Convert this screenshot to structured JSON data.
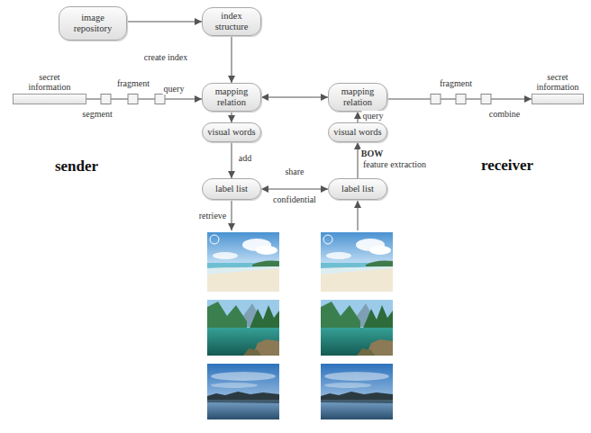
{
  "diagram": {
    "nodes": [
      {
        "text": [
          "image repository"
        ]
      },
      {
        "text": [
          "index structure"
        ]
      },
      {
        "text": [
          "secret information"
        ]
      },
      {
        "text": [
          "mapping relation"
        ]
      },
      {
        "text": [
          "mapping relation"
        ]
      },
      {
        "text": [
          "secret information"
        ]
      },
      {
        "text": [
          "visual words"
        ]
      },
      {
        "text": [
          "visual words"
        ]
      },
      {
        "text": [
          "label list"
        ]
      },
      {
        "text": [
          "label list"
        ]
      }
    ],
    "edges": [
      {
        "from": 0,
        "to": 1,
        "arrow": "to",
        "label": "create index"
      },
      {
        "from": 1,
        "to": 3,
        "arrow": "to"
      },
      {
        "from": 2,
        "to": 3,
        "arrow": "to",
        "label": "query"
      },
      {
        "from": 3,
        "to": 4,
        "arrow": "both"
      },
      {
        "from": 4,
        "to": 5,
        "arrow": "to"
      },
      {
        "from": 3,
        "to": 6,
        "arrow": "to"
      },
      {
        "from": 6,
        "to": 8,
        "arrow": "to",
        "label": "add"
      },
      {
        "from": 7,
        "to": 4,
        "arrow": "to",
        "label": "query"
      },
      {
        "from": 8,
        "to": 9,
        "arrow": "both",
        "label": "share"
      },
      {
        "from": 9,
        "to": 7,
        "arrow": "to",
        "label": "feature extraction"
      }
    ],
    "labels": [
      "fragment",
      "segment",
      "fragment",
      "combine",
      "sender",
      "receiver",
      "BOW",
      "confidential",
      "retrieve"
    ]
  }
}
